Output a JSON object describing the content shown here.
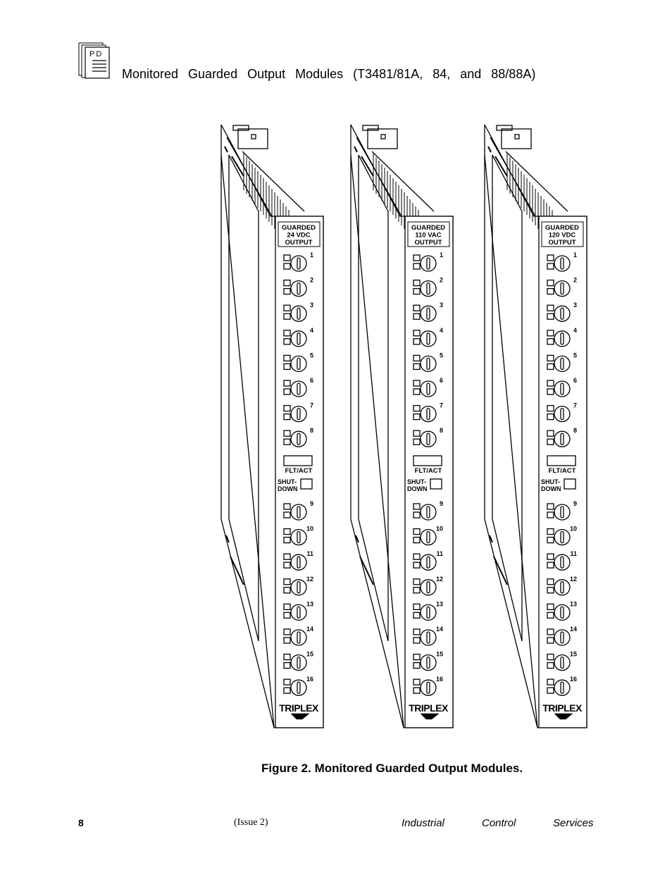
{
  "header": {
    "icon": "pd-document-icon",
    "icon_text": "PD",
    "title": "Monitored Guarded Output Modules (T3481/81A, 84, and 88/88A)"
  },
  "figure": {
    "modules": [
      {
        "label_lines": [
          "GUARDED",
          "24 VDC",
          "OUTPUT"
        ]
      },
      {
        "label_lines": [
          "GUARDED",
          "110 VAC",
          "OUTPUT"
        ]
      },
      {
        "label_lines": [
          "GUARDED",
          "120 VDC",
          "OUTPUT"
        ]
      }
    ],
    "channels": [
      "1",
      "2",
      "3",
      "4",
      "5",
      "6",
      "7",
      "8",
      "9",
      "10",
      "11",
      "12",
      "13",
      "14",
      "15",
      "16"
    ],
    "status_label": "FLT/ACT",
    "shutdown_label": [
      "SHUT-",
      "DOWN"
    ],
    "brand": "TRIPLEX"
  },
  "caption": "Figure 2.  Monitored Guarded Output Modules.",
  "footer": {
    "page_number": "8",
    "issue": "(Issue 2)",
    "company": [
      "Industrial",
      "Control",
      "Services"
    ]
  }
}
